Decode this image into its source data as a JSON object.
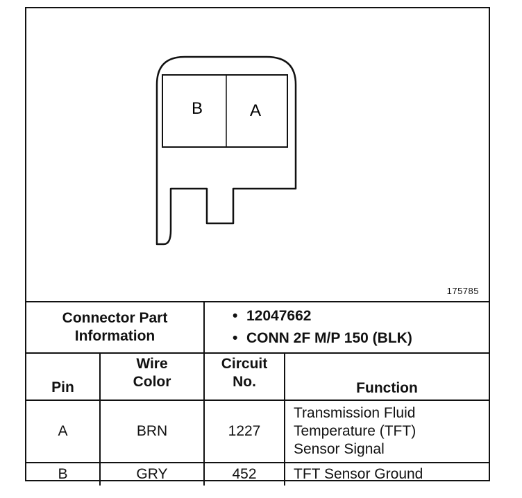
{
  "diagram": {
    "cavity_labels": [
      "B",
      "A"
    ],
    "figure_id": "175785"
  },
  "table": {
    "connector_part_label_line1": "Connector Part",
    "connector_part_label_line2": "Information",
    "part_items": [
      "12047662",
      "CONN 2F M/P 150 (BLK)"
    ],
    "headers": {
      "pin": "Pin",
      "wire_color_line1": "Wire",
      "wire_color_line2": "Color",
      "circuit_line1": "Circuit",
      "circuit_line2": "No.",
      "function": "Function"
    },
    "rows": [
      {
        "pin": "A",
        "wire_color": "BRN",
        "circuit": "1227",
        "function_lines": [
          "Transmission Fluid",
          "Temperature (TFT)",
          "Sensor Signal"
        ]
      },
      {
        "pin": "B",
        "wire_color": "GRY",
        "circuit": "452",
        "function_lines": [
          "TFT Sensor Ground"
        ]
      }
    ]
  }
}
